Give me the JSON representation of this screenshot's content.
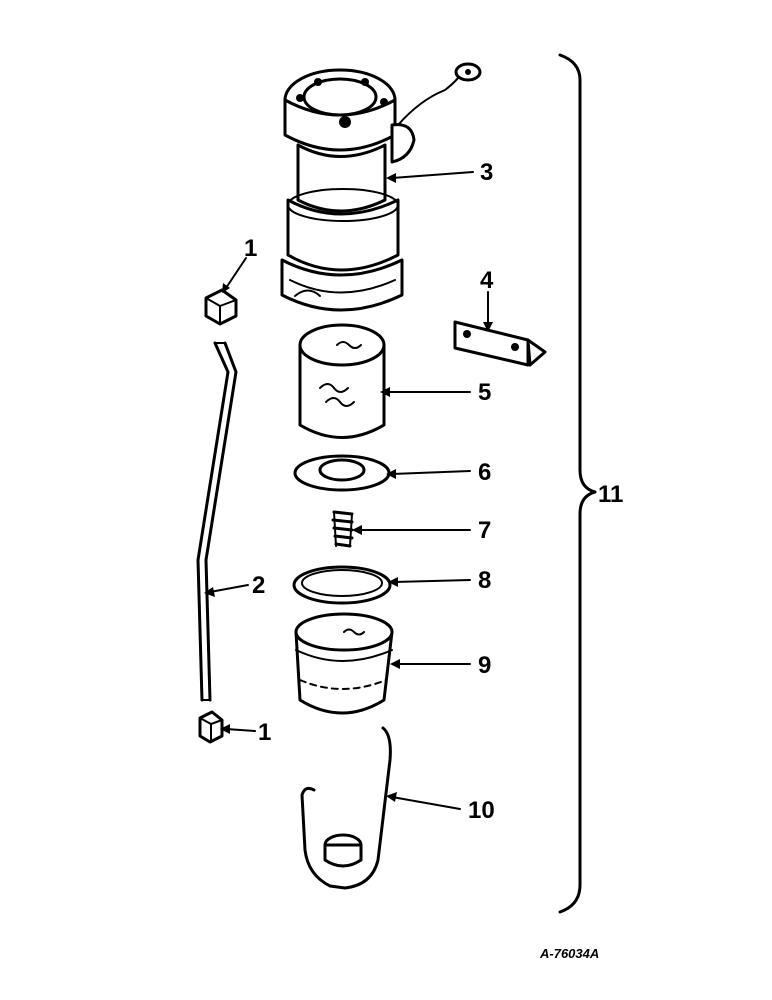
{
  "callouts": {
    "c1a": "1",
    "c1b": "1",
    "c2": "2",
    "c3": "3",
    "c4": "4",
    "c5": "5",
    "c6": "6",
    "c7": "7",
    "c8": "8",
    "c9": "9",
    "c10": "10",
    "c11": "11"
  },
  "drawing_code": "A-76034A"
}
